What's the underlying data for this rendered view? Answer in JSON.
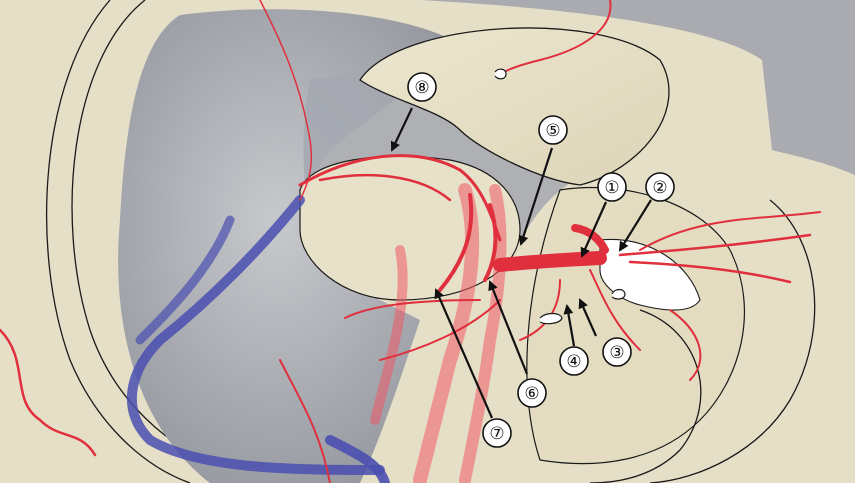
{
  "figure": {
    "labels": [
      "①",
      "②",
      "③",
      "④",
      "⑤",
      "⑥",
      "⑦",
      "⑧"
    ]
  },
  "colors": {
    "background_tissue": "#e6dfc7",
    "cavity_gray": "#9ea2ab",
    "artery_red": "#e0303e",
    "vein_blue": "#4a4fb0"
  }
}
